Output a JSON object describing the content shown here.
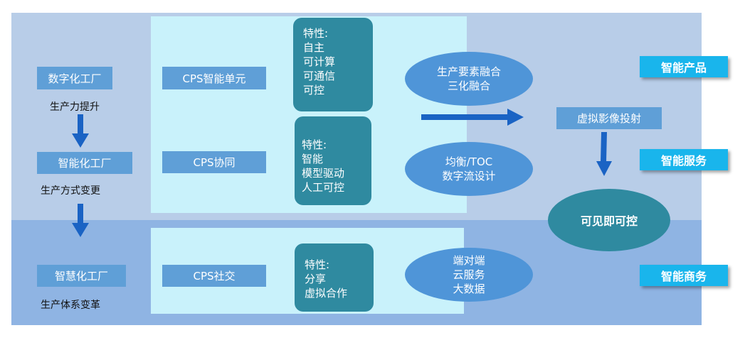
{
  "stages": [
    {
      "factory": "数字化工厂",
      "effect": "生产力提升"
    },
    {
      "factory": "智能化工厂",
      "effect": "生产方式变更"
    },
    {
      "factory": "智慧化工厂",
      "effect": "生产体系变革"
    }
  ],
  "cps": [
    {
      "label": "CPS智能单元",
      "features": [
        "特性:",
        "自主",
        "可计算",
        "可通信",
        "可控"
      ]
    },
    {
      "label": "CPS协同",
      "features": [
        "特性:",
        "智能",
        "模型驱动",
        "人工可控"
      ]
    },
    {
      "label": "CPS社交",
      "features": [
        "特性:",
        "分享",
        "虚拟合作"
      ]
    }
  ],
  "ellipses": [
    [
      "生产要素融合",
      "三化融合"
    ],
    [
      "均衡/TOC",
      "数字流设计"
    ],
    [
      "端对端",
      "云服务",
      "大数据"
    ]
  ],
  "projection": "虚拟影像投射",
  "center": "可见即可控",
  "outcomes": [
    "智能产品",
    "智能服务",
    "智能商务"
  ],
  "colors": {
    "band_top": "#b8cde8",
    "band_bottom": "#8fb4e3",
    "panel": "#c9f2fb",
    "box_blue": "#5f9fd7",
    "teal": "#2f8aa0",
    "ellipse_blue": "#4f95d8",
    "outcome_cyan": "#19b5ec",
    "arrow_blue": "#1a63c4"
  }
}
